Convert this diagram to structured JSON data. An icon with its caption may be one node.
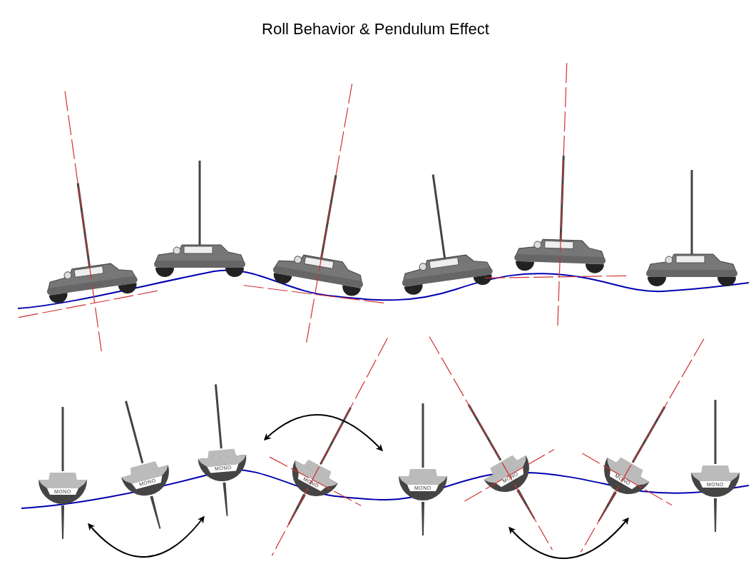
{
  "diagram": {
    "title": "Roll Behavior  & Pendulum Effect",
    "labels": [
      "MONO",
      "MONO",
      "MONO",
      "MONO",
      "MONO",
      "MONO",
      "MONO",
      "MONO"
    ]
  }
}
